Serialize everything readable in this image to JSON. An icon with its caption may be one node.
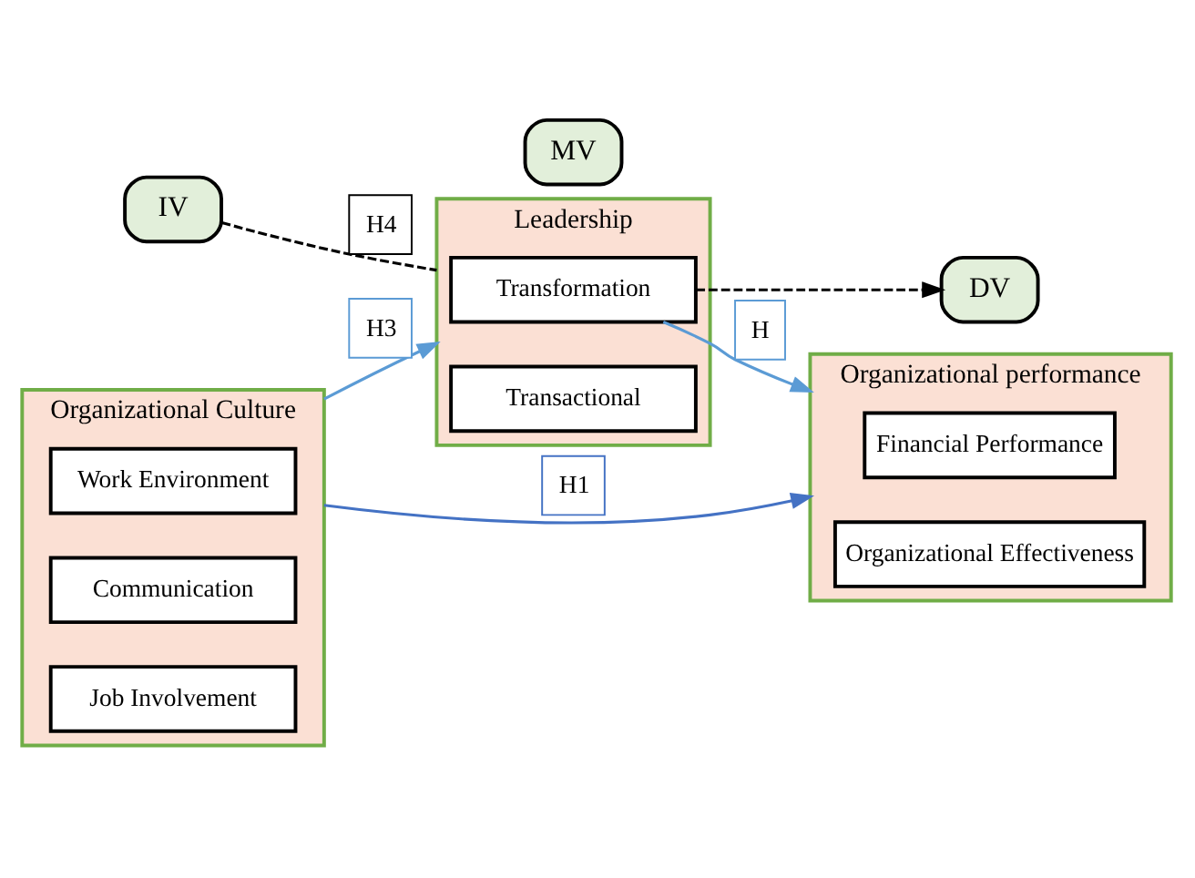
{
  "diagram": {
    "nodes": [
      {
        "text": [
          "MV"
        ]
      },
      {
        "text": [
          "Leadership"
        ]
      },
      {
        "text": [
          "Transformation"
        ],
        "in": 1
      },
      {
        "text": [
          "Transactional"
        ],
        "in": 1
      },
      {
        "text": [
          "IV"
        ]
      },
      {
        "text": [
          "Organizational Culture"
        ]
      },
      {
        "text": [
          "Work Environment"
        ],
        "in": 5
      },
      {
        "text": [
          "Communication"
        ],
        "in": 5
      },
      {
        "text": [
          "Job Involvement"
        ],
        "in": 5
      },
      {
        "text": [
          "DV"
        ]
      },
      {
        "text": [
          "Organizational performance"
        ]
      },
      {
        "text": [
          "Financial Performance"
        ],
        "in": 10
      },
      {
        "text": [
          "Organizational Effectiveness"
        ],
        "in": 10
      }
    ],
    "edges": [
      {
        "from": 4,
        "to": 1,
        "arrow": "none",
        "label": "H4",
        "style": "dashed",
        "color": "#000000"
      },
      {
        "from": 5,
        "to": 1,
        "arrow": "to",
        "label": "H3",
        "color": "#5b9bd5"
      },
      {
        "from": 2,
        "to": 9,
        "arrow": "to",
        "style": "dashed",
        "color": "#000000"
      },
      {
        "from": 2,
        "to": 10,
        "arrow": "to",
        "label": "H",
        "color": "#5b9bd5"
      },
      {
        "from": 5,
        "to": 10,
        "arrow": "to",
        "label": "H1",
        "color": "#4472c4"
      }
    ]
  }
}
